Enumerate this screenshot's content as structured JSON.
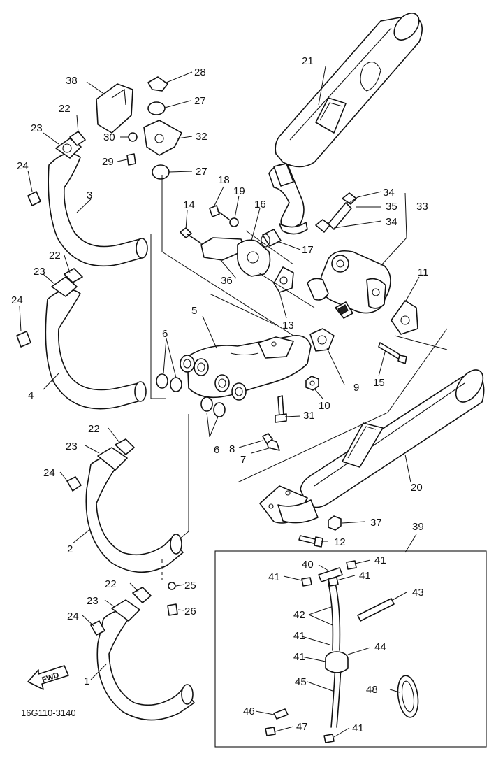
{
  "labels": {
    "p1": "1",
    "p2": "2",
    "p3": "3",
    "p4": "4",
    "p5": "5",
    "p6a": "6",
    "p6b": "6",
    "p7": "7",
    "p8": "8",
    "p9": "9",
    "p10": "10",
    "p11": "11",
    "p12": "12",
    "p13": "13",
    "p14": "14",
    "p15": "15",
    "p16": "16",
    "p17": "17",
    "p18": "18",
    "p19": "19",
    "p20": "20",
    "p21": "21",
    "p22a": "22",
    "p22b": "22",
    "p22c": "22",
    "p22d": "22",
    "p23a": "23",
    "p23b": "23",
    "p23c": "23",
    "p23d": "23",
    "p24a": "24",
    "p24b": "24",
    "p24c": "24",
    "p24d": "24",
    "p25": "25",
    "p26": "26",
    "p27a": "27",
    "p27b": "27",
    "p28": "28",
    "p29": "29",
    "p30": "30",
    "p31": "31",
    "p32": "32",
    "p33": "33",
    "p34a": "34",
    "p34b": "34",
    "p35": "35",
    "p36": "36",
    "p37": "37",
    "p38": "38",
    "p39": "39",
    "p40": "40",
    "p41a": "41",
    "p41b": "41",
    "p41c": "41",
    "p41d": "41",
    "p41e": "41",
    "p41f": "41",
    "p42": "42",
    "p43": "43",
    "p44": "44",
    "p45": "45",
    "p46": "46",
    "p47": "47",
    "p48": "48"
  },
  "drawing_code": "16G110-3140",
  "fwd_arrow_text": "FWD"
}
